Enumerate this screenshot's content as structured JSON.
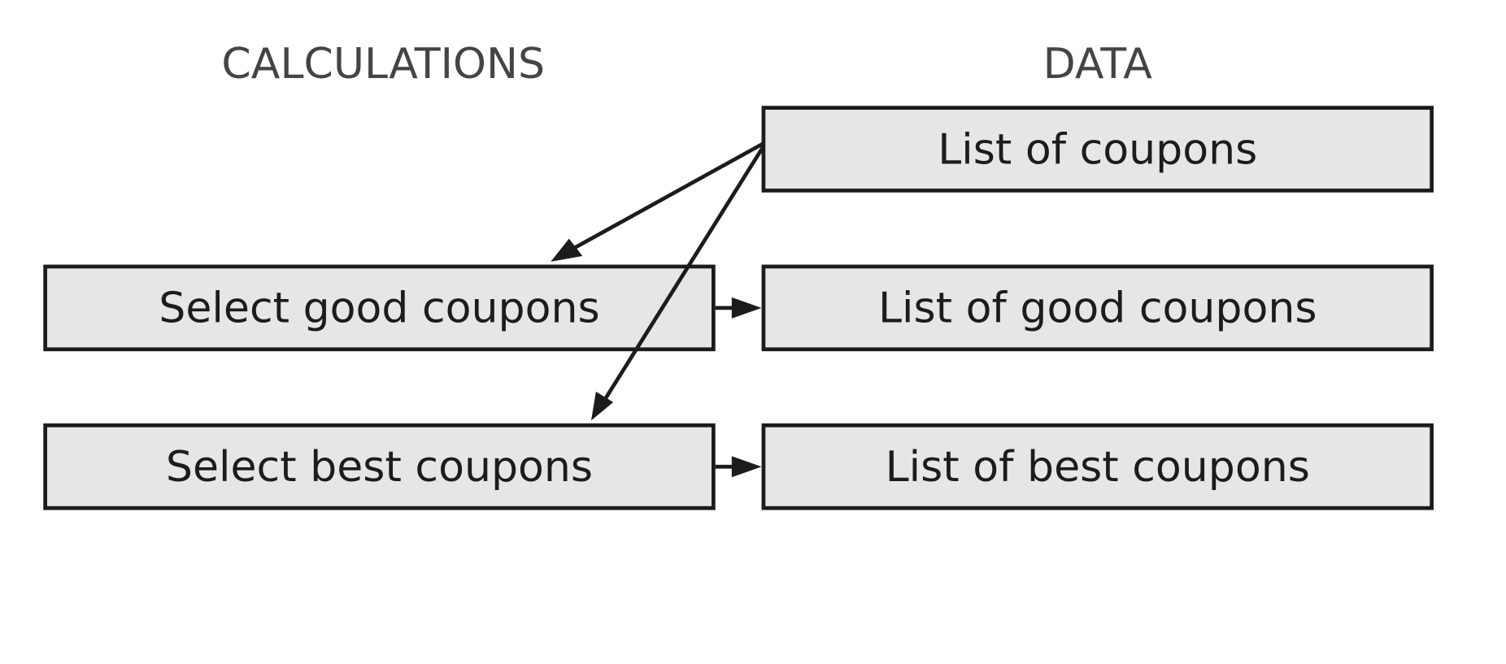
{
  "columns": {
    "calculations": "CALCULATIONS",
    "data": "DATA"
  },
  "boxes": {
    "list_of_coupons": "List of coupons",
    "select_good_coupons": "Select good coupons",
    "list_of_good_coupons": "List of good coupons",
    "select_best_coupons": "Select best coupons",
    "list_of_best_coupons": "List of best coupons"
  },
  "colors": {
    "box_fill": "#e6e6e5",
    "stroke": "#1c1c1c",
    "heading_text": "#444444"
  }
}
